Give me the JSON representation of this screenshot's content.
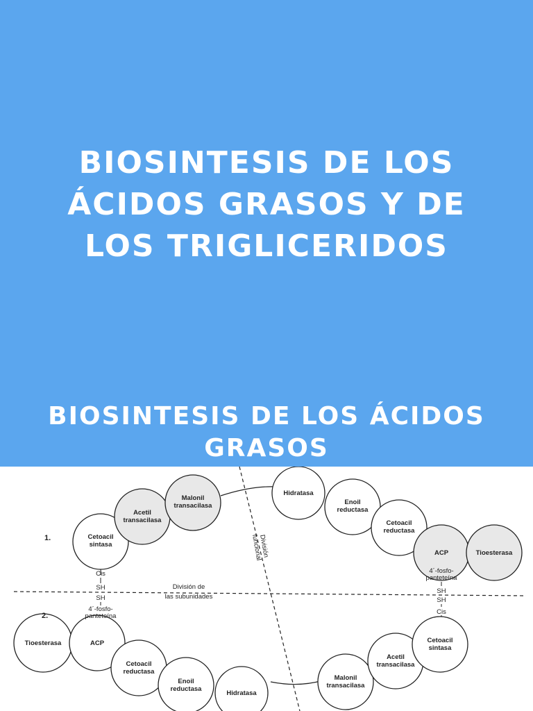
{
  "title": {
    "line1": "BIOSINTESIS DE LOS",
    "line2": "ÁCIDOS GRASOS Y DE",
    "line3": "LOS TRIGLICERIDOS"
  },
  "subtitle": {
    "line1": "BIOSINTESIS DE LOS ÁCIDOS",
    "line2": "GRASOS"
  },
  "colors": {
    "background": "#5ba6ee",
    "text": "#ffffff"
  },
  "diagram": {
    "label_1": "1.",
    "label_2": "2.",
    "division_subunits_1": "División de",
    "division_subunits_2": "las subunidades",
    "division_functional_1": "División",
    "division_functional_2": "funcional",
    "top_chain": {
      "cetoacil_sintasa_1": "Cetoacil",
      "cetoacil_sintasa_2": "sintasa",
      "acetil_1": "Acetil",
      "acetil_2": "transacilasa",
      "malonil_1": "Malonil",
      "malonil_2": "transacilasa",
      "hidratasa": "Hidratasa",
      "enoil_1": "Enoil",
      "enoil_2": "reductasa",
      "cetoacil_red_1": "Cetoacil",
      "cetoacil_red_2": "reductasa",
      "acp": "ACP",
      "tioesterasa": "Tioesterasa"
    },
    "bottom_chain": {
      "tioesterasa": "Tioesterasa",
      "acp": "ACP",
      "cetoacil_red_1": "Cetoacil",
      "cetoacil_red_2": "reductasa",
      "enoil_1": "Enoil",
      "enoil_2": "reductasa",
      "hidratasa": "Hidratasa",
      "malonil_1": "Malonil",
      "malonil_2": "transacilasa",
      "acetil_1": "Acetil",
      "acetil_2": "transacilasa",
      "cetoacil_sintasa_1": "Cetoacil",
      "cetoacil_sintasa_2": "sintasa"
    },
    "links_left": {
      "cis": "Cis",
      "sh1": "SH",
      "sh2": "SH",
      "fosfo_1": "4´-fosfo-",
      "fosfo_2": "panteteína"
    },
    "links_right": {
      "fosfo_1": "4´-fosfo-",
      "fosfo_2": "panteteína",
      "sh1": "SH",
      "sh2": "SH",
      "cis": "Cis"
    }
  }
}
